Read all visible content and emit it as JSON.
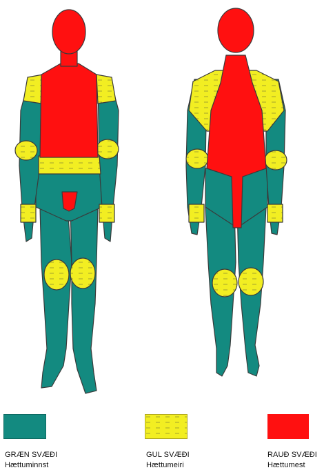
{
  "colors": {
    "green": "#138a80",
    "yellow": "#f2ee22",
    "red": "#ff1010",
    "outline": "#3a3a3a"
  },
  "legend": [
    {
      "key": "green",
      "title": "GRÆN SVÆÐI",
      "subtitle": "Hættuminnst",
      "color": "#138a80"
    },
    {
      "key": "yellow",
      "title": "GUL SVÆÐI",
      "subtitle": "Hættumeiri",
      "color": "#f2ee22"
    },
    {
      "key": "red",
      "title": "RAUÐ SVÆÐI",
      "subtitle": "Hættumest",
      "color": "#ff1010"
    }
  ]
}
